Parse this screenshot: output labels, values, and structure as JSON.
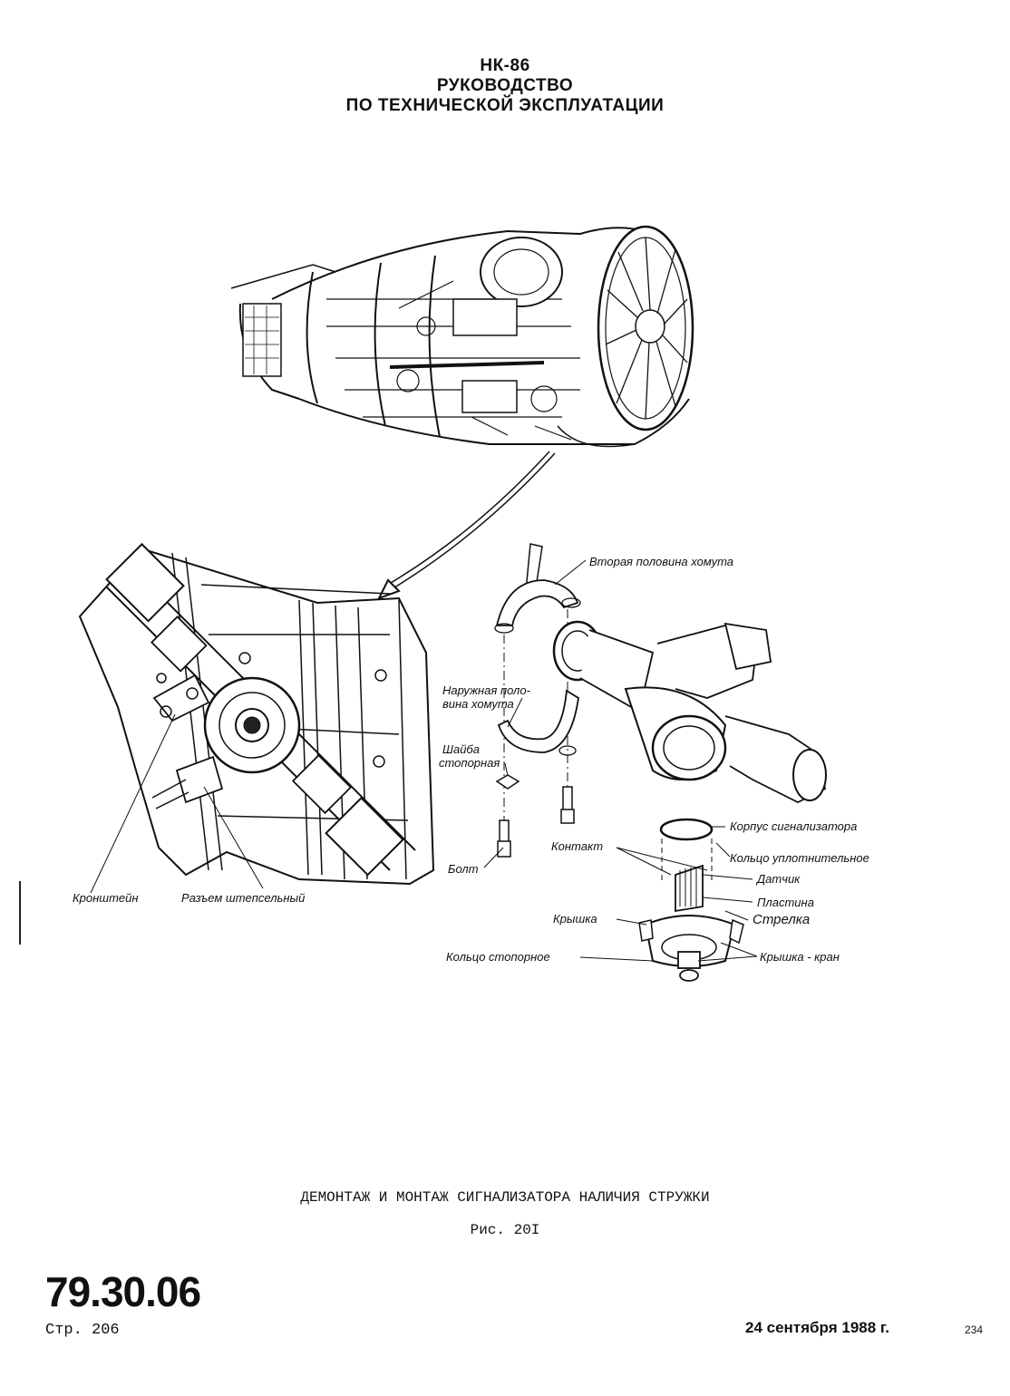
{
  "header": {
    "engine": "НК-86",
    "line1": "РУКОВОДСТВО",
    "line2": "ПО ТЕХНИЧЕСКОЙ ЭКСПЛУАТАЦИИ"
  },
  "figure": {
    "labels": {
      "second_half_clamp": "Вторая половина хомута",
      "outer_half_clamp_1": "Наружная поло-",
      "outer_half_clamp_2": "вина хомута",
      "lock_washer_1": "Шайба",
      "lock_washer_2": "стопорная",
      "bolt": "Болт",
      "contact": "Контакт",
      "signaller_body": "Корпус сигнализатора",
      "sealing_ring": "Кольцо уплотнительное",
      "sensor": "Датчик",
      "plate": "Пластина",
      "arrow": "Стрелка",
      "cover": "Крышка",
      "lock_ring": "Кольцо стопорное",
      "cover_valve": "Крышка - кран",
      "bracket": "Кронштейн",
      "plug_connector": "Разъем штепсельный"
    }
  },
  "caption": {
    "title": "ДЕМОНТАЖ И МОНТАЖ СИГНАЛИЗАТОРА НАЛИЧИЯ СТРУЖКИ",
    "figure_number": "Рис. 20I"
  },
  "footer": {
    "doc_number": "79.30.06",
    "page": "Стр. 206",
    "date": "24 сентября 1988 г.",
    "sheet": "234"
  }
}
